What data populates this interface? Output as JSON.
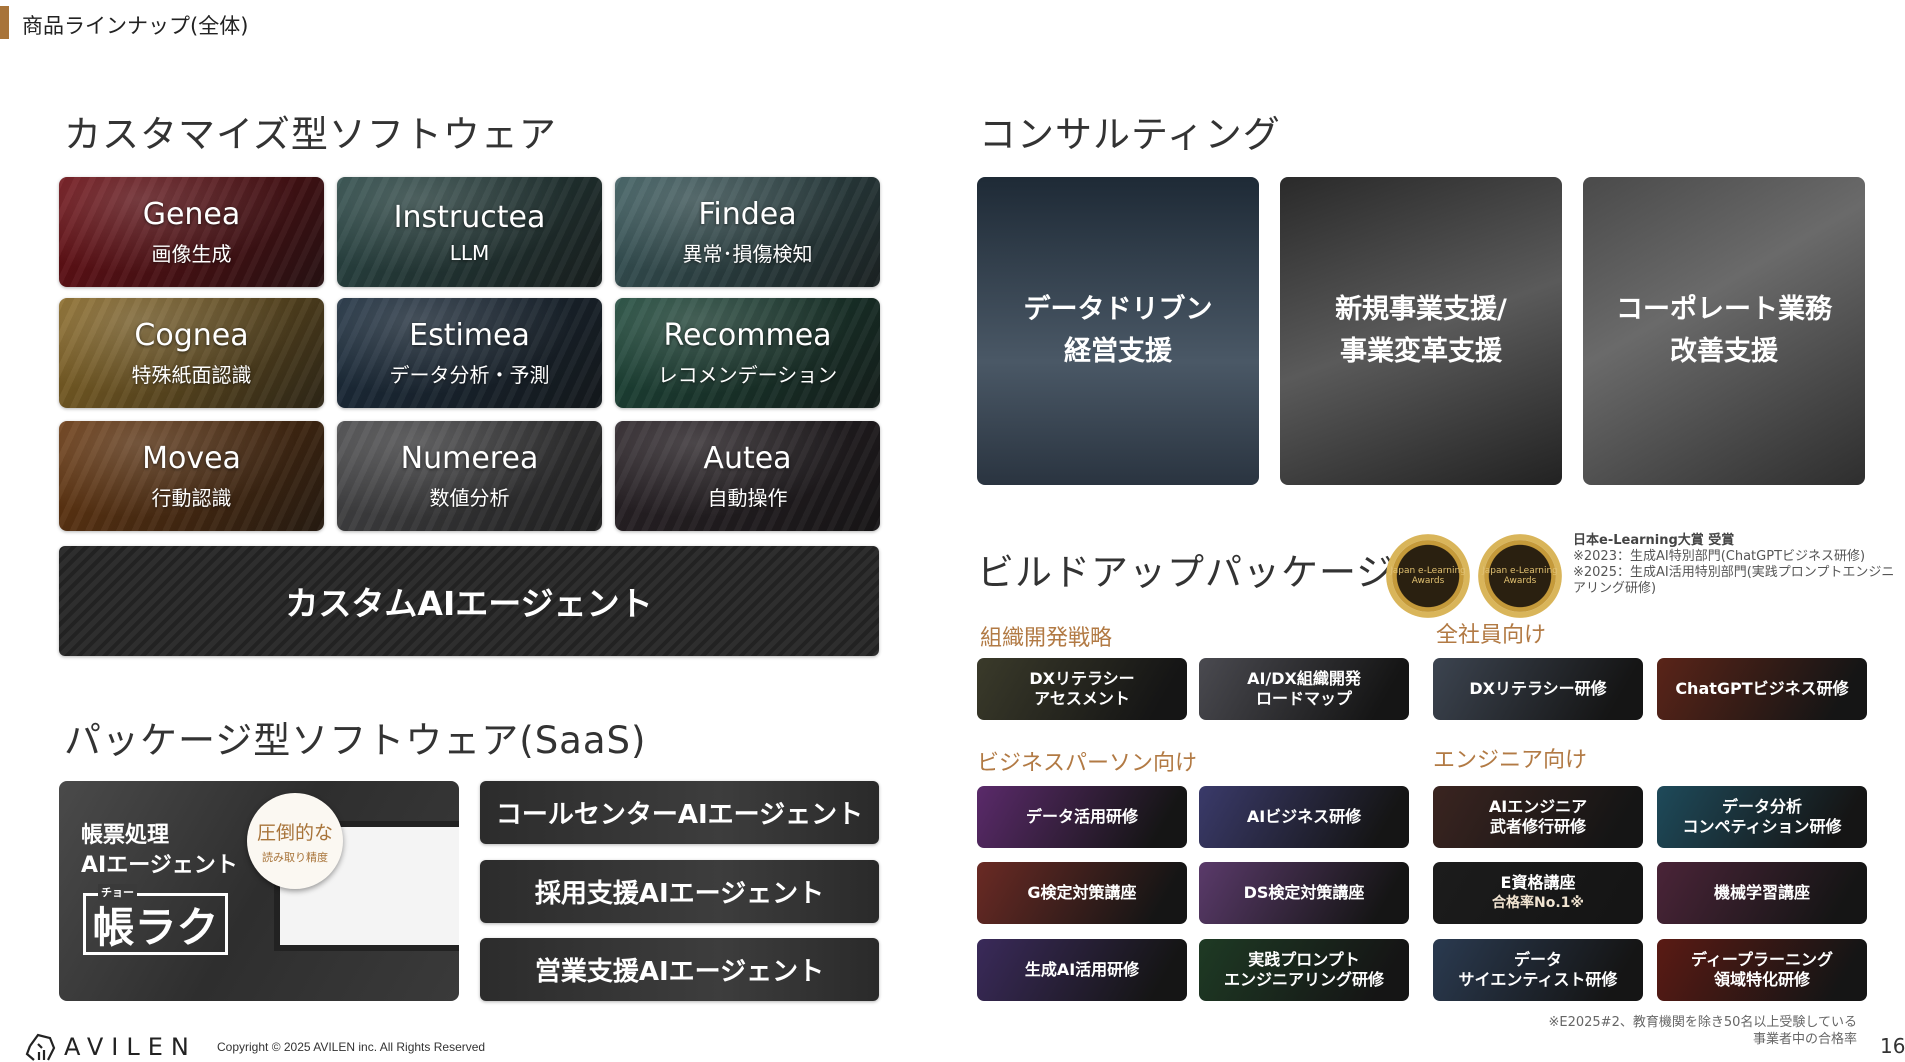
{
  "header": {
    "title": "商品ラインナップ(全体)",
    "accent_color": "#a8743a"
  },
  "custom_software": {
    "heading": "カスタマイズ型ソフトウェア",
    "tiles": [
      {
        "name": "Genea",
        "sub": "画像生成",
        "color": "#6e1016"
      },
      {
        "name": "Instructea",
        "sub": "LLM",
        "color": "#2d4b49"
      },
      {
        "name": "Findea",
        "sub": "異常･損傷検知",
        "color": "#3b5b5e"
      },
      {
        "name": "Cognea",
        "sub": "特殊紙面認識",
        "color": "#8a6a28"
      },
      {
        "name": "Estimea",
        "sub": "データ分析・予測",
        "color": "#1d2f40"
      },
      {
        "name": "Recommea",
        "sub": "レコメンデーション",
        "color": "#1e4a3b"
      },
      {
        "name": "Movea",
        "sub": "行動認識",
        "color": "#6b3a12"
      },
      {
        "name": "Numerea",
        "sub": "数値分析",
        "color": "#4a4a4c"
      },
      {
        "name": "Autea",
        "sub": "自動操作",
        "color": "#2b2328"
      }
    ],
    "agent_banner": "カスタムAIエージェント"
  },
  "saas": {
    "heading": "パッケージ型ソフトウェア(SaaS)",
    "chorak": {
      "line1": "帳票処理",
      "line2": "AIエージェント",
      "ruby": "チョー",
      "logo": "帳ラク",
      "badge1": "圧倒的な",
      "badge2": "読み取り精度"
    },
    "bars": [
      "コールセンターAIエージェント",
      "採用支援AIエージェント",
      "営業支援AIエージェント"
    ]
  },
  "consulting": {
    "heading": "コンサルティング",
    "cards": [
      {
        "l1": "データドリブン",
        "l2": "経営支援"
      },
      {
        "l1": "新規事業支援/",
        "l2": "事業変革支援"
      },
      {
        "l1": "コーポレート業務",
        "l2": "改善支援"
      }
    ]
  },
  "buildup": {
    "heading": "ビルドアップパッケージ",
    "medal_text": "Japan e-Learning Awards",
    "award": {
      "title": "日本e-Learning大賞 受賞",
      "l1": "※2023：生成AI特別部門(ChatGPTビジネス研修)",
      "l2": "※2025：生成AI活用特別部門(実践プロンプトエンジニアリング研修)"
    },
    "groups": [
      {
        "label": "組織開発戦略",
        "items": [
          {
            "text": "DXリテラシー\nアセスメント",
            "color": "#3a3a2a"
          },
          {
            "text": "AI/DX組織開発\nロードマップ",
            "color": "#4a4a50"
          }
        ]
      },
      {
        "label": "全社員向け",
        "items": [
          {
            "text": "DXリテラシー研修",
            "color": "#3c4450"
          },
          {
            "text": "ChatGPTビジネス研修",
            "color": "#5a2418"
          }
        ]
      },
      {
        "label": "ビジネスパーソン向け",
        "items": [
          {
            "text": "データ活用研修",
            "color": "#5a2a6a"
          },
          {
            "text": "AIビジネス研修",
            "color": "#3a3a6a"
          },
          {
            "text": "G検定対策講座",
            "color": "#6a2a24"
          },
          {
            "text": "DS検定対策講座",
            "color": "#5a3a6a"
          },
          {
            "text": "生成AI活用研修",
            "color": "#3a2a5a"
          },
          {
            "text": "実践プロンプト\nエンジニアリング研修",
            "color": "#1e3a24"
          }
        ]
      },
      {
        "label": "エンジニア向け",
        "items": [
          {
            "text": "AIエンジニア\n武者修行研修",
            "color": "#3a2420"
          },
          {
            "text": "データ分析\nコンペティション研修",
            "color": "#1e4a5a"
          },
          {
            "text": "E資格講座",
            "sub": "合格率No.1※",
            "color": "#1c1c1c"
          },
          {
            "text": "機械学習講座",
            "color": "#4a2438"
          },
          {
            "text": "データ\nサイエンティスト研修",
            "color": "#2a3a50"
          },
          {
            "text": "ディープラーニング\n領域特化研修",
            "color": "#5a1a14"
          }
        ]
      }
    ]
  },
  "footer": {
    "logo": "AVILEN",
    "copyright": "Copyright © 2025 AVILEN inc. All Rights Reserved",
    "note1": "※E2025#2、教育機関を除き50名以上受験している",
    "note2": "事業者中の合格率",
    "page": "16"
  }
}
